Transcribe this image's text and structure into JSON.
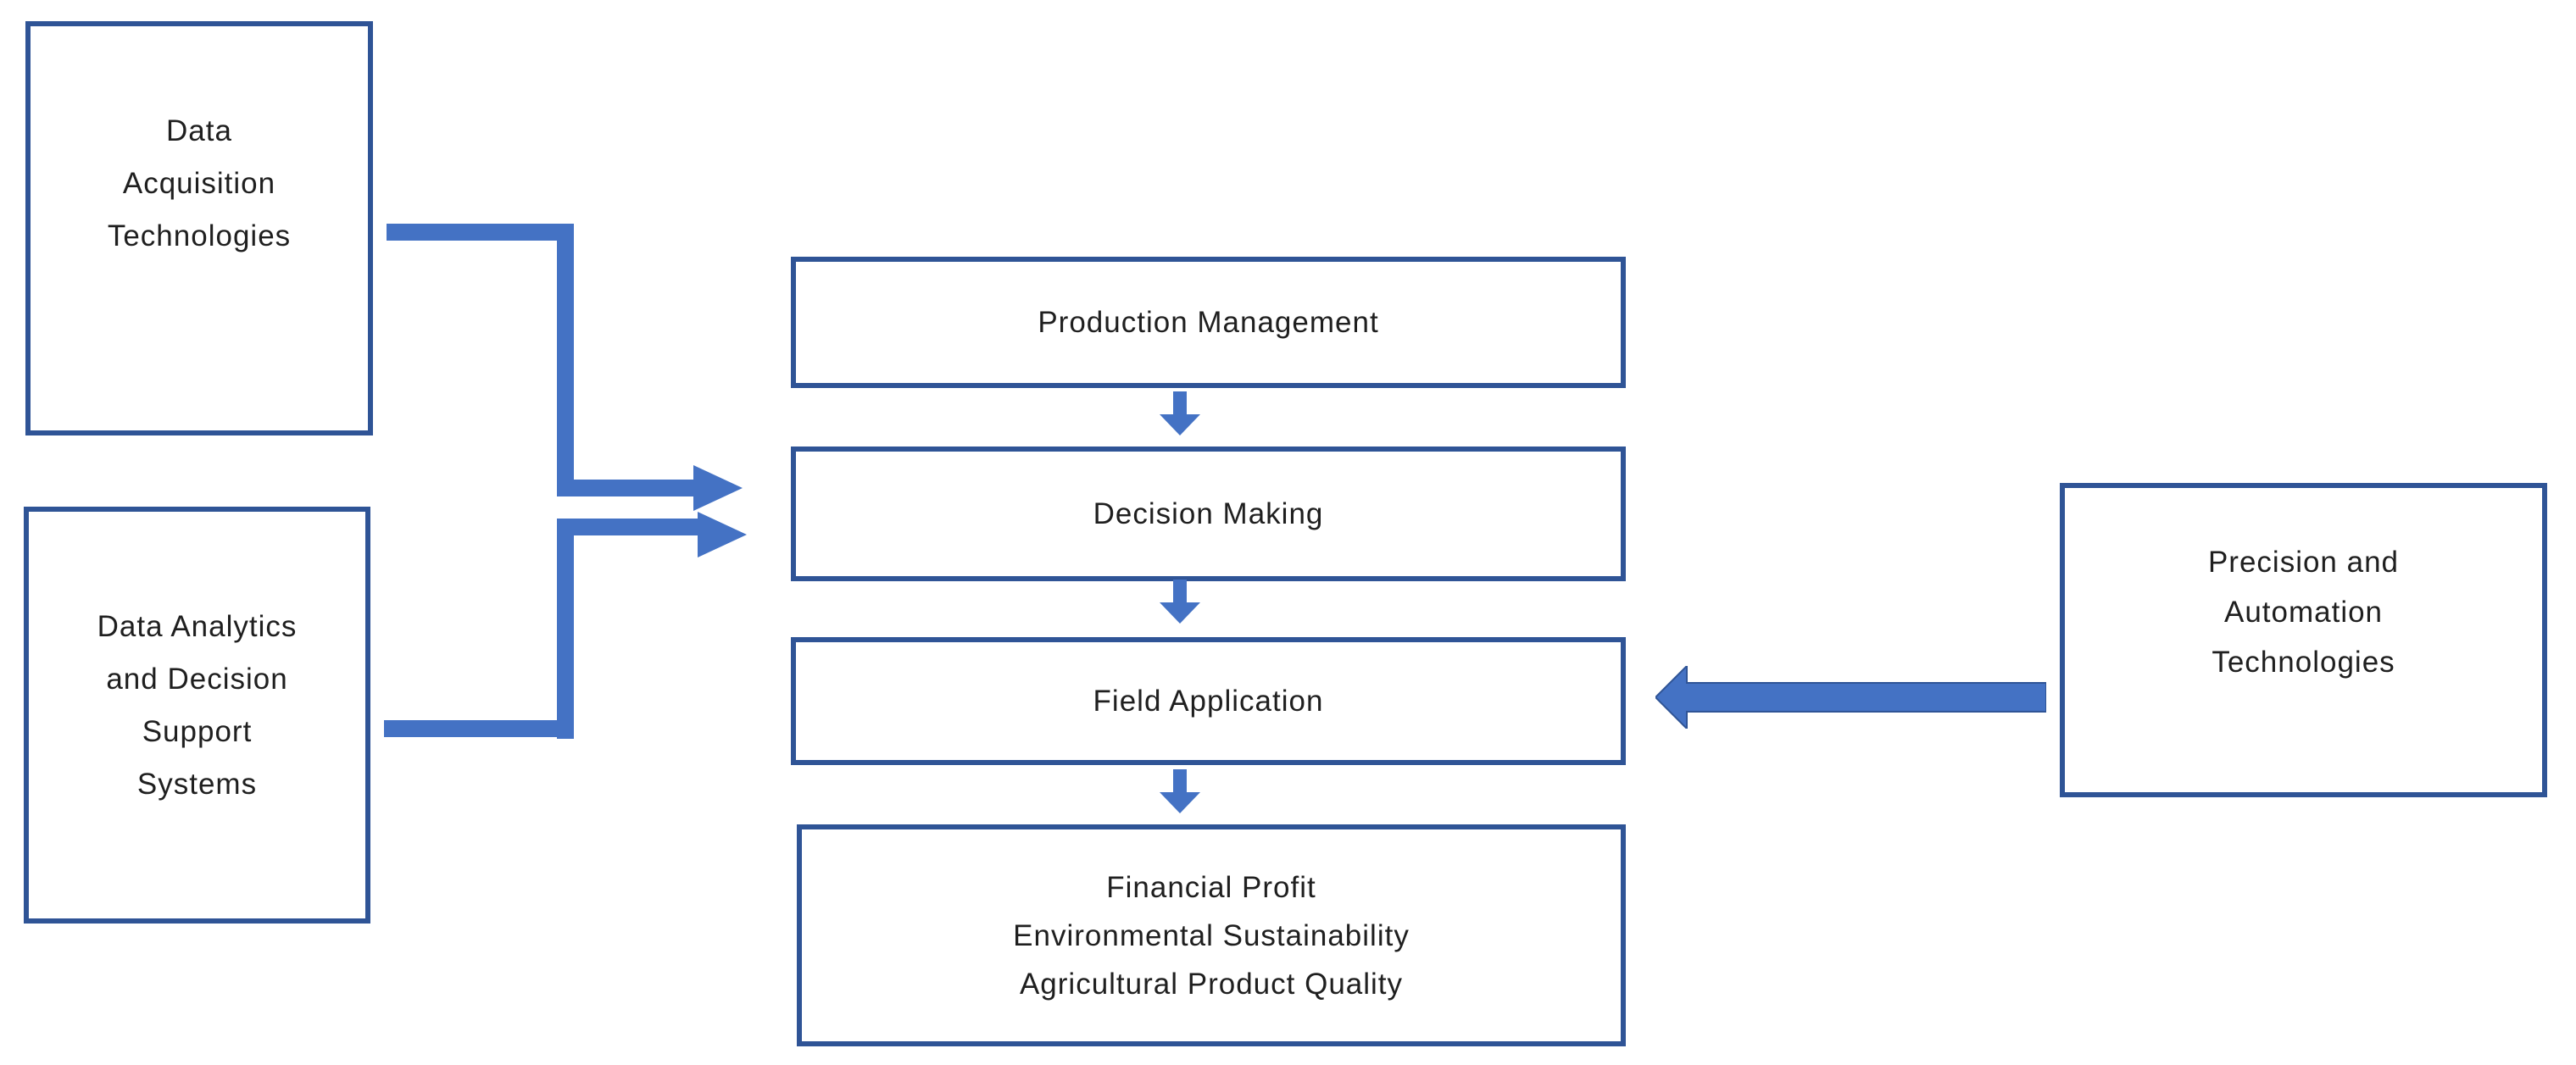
{
  "diagram": {
    "colors": {
      "box_border": "#2F5496",
      "arrow_fill": "#4472C4",
      "text": "#1F1F1F",
      "background": "#FFFFFF"
    },
    "boxes": {
      "data_acquisition": {
        "lines": [
          "Data",
          "Acquisition",
          "Technologies"
        ]
      },
      "data_analytics": {
        "lines": [
          "Data Analytics",
          "and Decision",
          "Support",
          "Systems"
        ]
      },
      "production_management": {
        "label": "Production Management"
      },
      "decision_making": {
        "label": "Decision Making"
      },
      "field_application": {
        "label": "Field Application"
      },
      "outcomes": {
        "lines": [
          "Financial Profit",
          "Environmental Sustainability",
          "Agricultural Product Quality"
        ]
      },
      "precision_automation": {
        "lines": [
          "Precision and",
          "Automation",
          "Technologies"
        ]
      }
    }
  }
}
